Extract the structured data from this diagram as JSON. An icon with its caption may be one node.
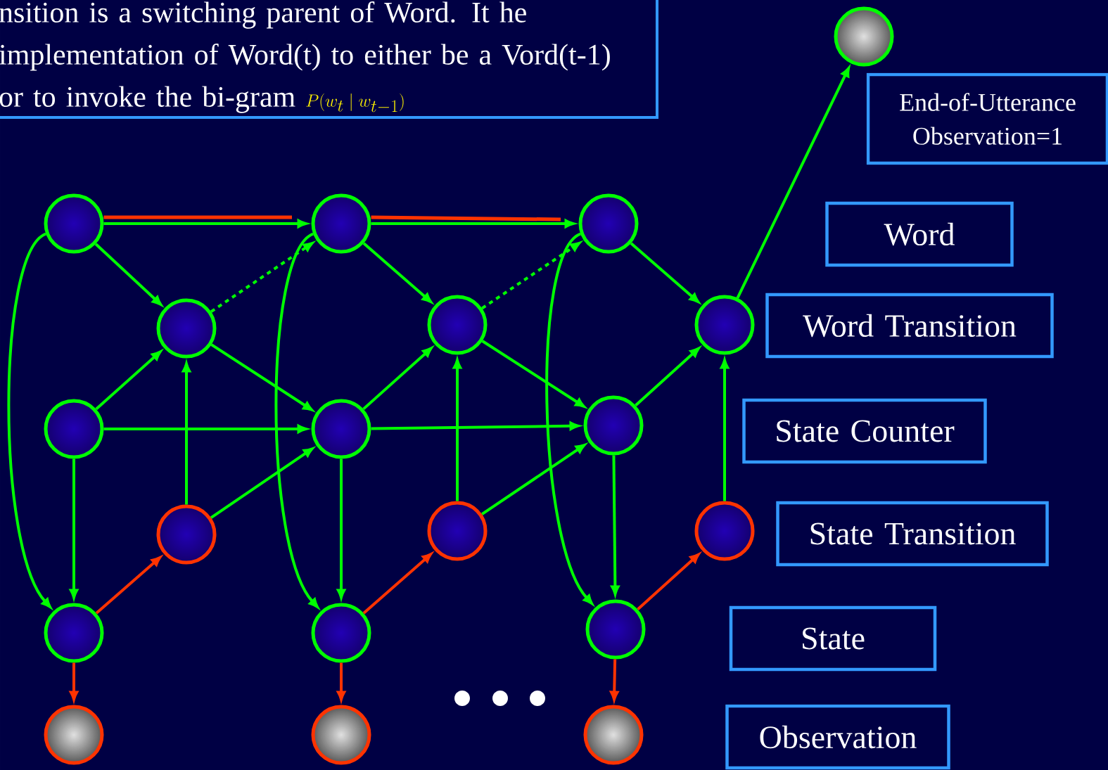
{
  "diagram": {
    "nodes": [
      {
        "text": [
          "nsition is a switching parent of Word. It he implementation of Word(t) to either be a Vord(t-1) or to invoke the bi-gram",
          "P(w_t \\mid w_{t-1})"
        ]
      },
      {
        "text": [],
        "shape": "circle"
      },
      {
        "text": [
          "End-of-Utterance Observation=1"
        ]
      },
      {
        "text": [],
        "shape": "circle"
      },
      {
        "text": [],
        "shape": "circle"
      },
      {
        "text": [],
        "shape": "circle"
      },
      {
        "text": [
          "Word"
        ]
      },
      {
        "text": [],
        "shape": "circle"
      },
      {
        "text": [],
        "shape": "circle"
      },
      {
        "text": [],
        "shape": "circle"
      },
      {
        "text": [
          "Word Transition"
        ]
      },
      {
        "text": [],
        "shape": "circle"
      },
      {
        "text": [],
        "shape": "circle"
      },
      {
        "text": [],
        "shape": "circle"
      },
      {
        "text": [
          "State Counter"
        ]
      },
      {
        "text": [],
        "shape": "circle"
      },
      {
        "text": [],
        "shape": "circle"
      },
      {
        "text": [],
        "shape": "circle"
      },
      {
        "text": [
          "State Transition"
        ]
      },
      {
        "text": [],
        "shape": "circle"
      },
      {
        "text": [],
        "shape": "circle"
      },
      {
        "text": [],
        "shape": "circle"
      },
      {
        "text": [
          "State"
        ]
      },
      {
        "text": [],
        "shape": "circle"
      },
      {
        "text": [],
        "shape": "circle"
      },
      {
        "text": [],
        "shape": "circle"
      },
      {
        "text": [
          "Observation"
        ]
      }
    ],
    "edges": [
      {
        "from": 3,
        "to": 4,
        "arrow": "to"
      },
      {
        "from": 4,
        "to": 5,
        "arrow": "to"
      },
      {
        "from": 3,
        "to": 7,
        "arrow": "to"
      },
      {
        "from": 4,
        "to": 8,
        "arrow": "to"
      },
      {
        "from": 5,
        "to": 9,
        "arrow": "to"
      },
      {
        "from": 7,
        "to": 4,
        "arrow": "to",
        "style": "dashed"
      },
      {
        "from": 8,
        "to": 5,
        "arrow": "to",
        "style": "dashed"
      },
      {
        "from": 11,
        "to": 7,
        "arrow": "to"
      },
      {
        "from": 12,
        "to": 8,
        "arrow": "to"
      },
      {
        "from": 13,
        "to": 9,
        "arrow": "to"
      },
      {
        "from": 7,
        "to": 12,
        "arrow": "to"
      },
      {
        "from": 8,
        "to": 13,
        "arrow": "to"
      },
      {
        "from": 11,
        "to": 12,
        "arrow": "to"
      },
      {
        "from": 12,
        "to": 13,
        "arrow": "to"
      },
      {
        "from": 11,
        "to": 19,
        "arrow": "to"
      },
      {
        "from": 12,
        "to": 20,
        "arrow": "to"
      },
      {
        "from": 13,
        "to": 21,
        "arrow": "to"
      },
      {
        "from": 15,
        "to": 7,
        "arrow": "to"
      },
      {
        "from": 16,
        "to": 8,
        "arrow": "to"
      },
      {
        "from": 17,
        "to": 9,
        "arrow": "to"
      },
      {
        "from": 15,
        "to": 12,
        "arrow": "to"
      },
      {
        "from": 16,
        "to": 13,
        "arrow": "to"
      },
      {
        "from": 19,
        "to": 15,
        "arrow": "to",
        "color": "#ff3300"
      },
      {
        "from": 20,
        "to": 16,
        "arrow": "to",
        "color": "#ff3300"
      },
      {
        "from": 21,
        "to": 17,
        "arrow": "to",
        "color": "#ff3300"
      },
      {
        "from": 19,
        "to": 23,
        "arrow": "to",
        "color": "#ff3300"
      },
      {
        "from": 20,
        "to": 24,
        "arrow": "to",
        "color": "#ff3300"
      },
      {
        "from": 21,
        "to": 25,
        "arrow": "to",
        "color": "#ff3300"
      },
      {
        "from": 3,
        "to": 19,
        "arrow": "to"
      },
      {
        "from": 4,
        "to": 20,
        "arrow": "to"
      },
      {
        "from": 5,
        "to": 21,
        "arrow": "to"
      },
      {
        "from": 9,
        "to": 1,
        "arrow": "to"
      },
      {
        "from": 3,
        "to": null,
        "arrow": "none",
        "color": "#ff3300"
      },
      {
        "from": 4,
        "to": null,
        "arrow": "none",
        "color": "#ff3300"
      }
    ]
  }
}
